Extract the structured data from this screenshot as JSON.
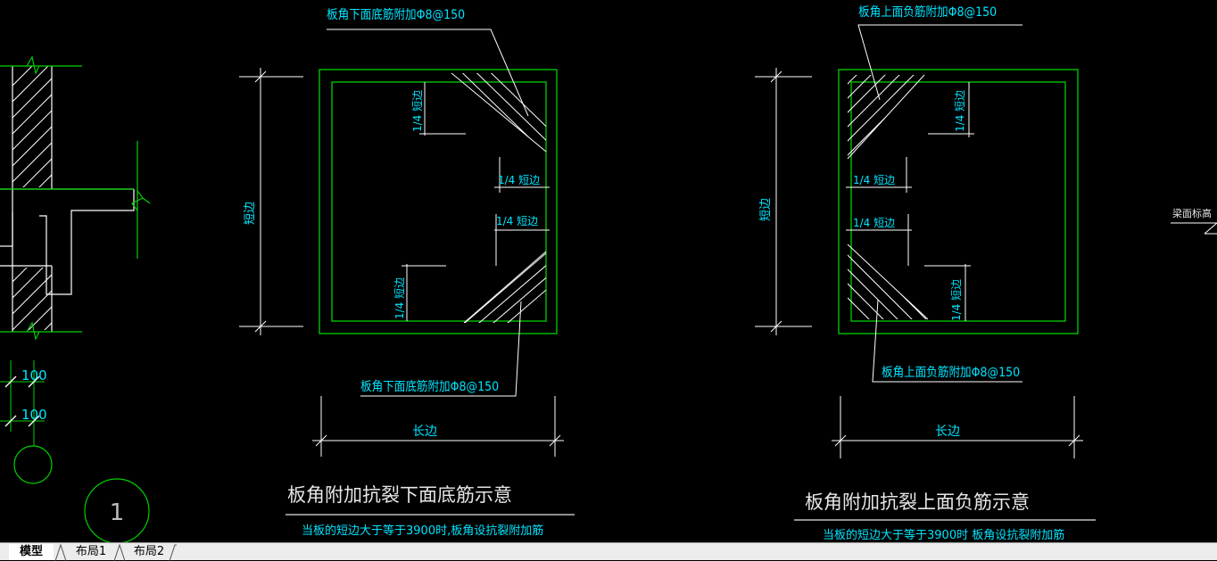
{
  "colors": {
    "background": "#000000",
    "cyan": "#00e5ff",
    "green": "#00d000",
    "white": "#ffffff",
    "gray": "#bdbdbd"
  },
  "left_detail": {
    "dim_1": "100",
    "dim_2": "100",
    "axis_label": "1"
  },
  "detail_bottom": {
    "leader_top": "板角下面底筋附加Φ8@150",
    "leader_bottom": "板角下面底筋附加Φ8@150",
    "short_side": "短边",
    "quarter_short": "1/4 短边",
    "long_side": "长边",
    "title": "板角附加抗裂下面底筋示意",
    "note": "当板的短边大于等于3900时,板角设抗裂附加筋"
  },
  "detail_top": {
    "leader_top": "板角上面负筋附加Φ8@150",
    "leader_bottom": "板角上面负筋附加Φ8@150",
    "short_side": "短边",
    "quarter_short": "1/4 短边",
    "long_side": "长边",
    "title": "板角附加抗裂上面负筋示意",
    "note": "当板的短边大于等于3900时 板角设抗裂附加筋"
  },
  "right_edge_label": "梁面标高",
  "tabs": [
    {
      "label": "模型",
      "active": true
    },
    {
      "label": "布局1",
      "active": false
    },
    {
      "label": "布局2",
      "active": false
    }
  ]
}
